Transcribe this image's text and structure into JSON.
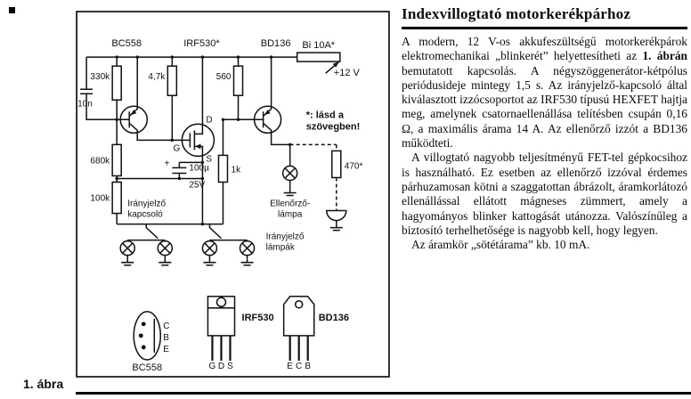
{
  "page": {
    "figure_caption": "1. ábra"
  },
  "article": {
    "title": "Indexvillogtató motorkerékpárhoz",
    "p1_before": "A modern, 12 V-os akkufeszültségű motorkerékpárok elektromechanikai „blinkerét” helyettesítheti az ",
    "p1_bold": "1. ábrán",
    "p1_after": " bemutatott kapcsolás. A négyszöggenerátor-kétpólus periódusideje mintegy 1,5 s. Az irányjelző-kapcsoló által kiválasztott izzócsoportot az IRF530 típusú HEXFET hajtja meg, amelynek csatornaellenállása telítésben csupán 0,16 Ω, a maximális árama 14 A. Az ellenőrző izzót a BD136 működteti.",
    "p2": "A villogtató nagyobb teljesítményű FET-tel gépkocsihoz is használható. Ez esetben az ellenőrző izzóval érdemes párhuzamosan kötni a szaggatottan ábrázolt, áramkorlátozó ellenállással ellátott mágneses zümmert, amely a hagyományos blinker kattogását utánozza. Valószínűleg a biztosító terhelhetősége is nagyobb kell, hogy legyen.",
    "p3": "Az áramkör „sötétárama” kb. 10 mA."
  },
  "schematic": {
    "transistor_bc558": "BC558",
    "transistor_irf530": "IRF530*",
    "transistor_bd136": "BD136",
    "fuse": "Bi 10A*",
    "supply": "+12 V",
    "r330k": "330k",
    "r47k": "4,7k",
    "r560": "560",
    "c10n": "10n",
    "r680k": "680k",
    "r100k": "100k",
    "cap_plus": "+",
    "cap_value": "100µ",
    "cap_voltage": "25V",
    "r1k": "1k",
    "mosfet_d": "D",
    "mosfet_g": "G",
    "mosfet_s": "S",
    "note_line1": "*: lásd a",
    "note_line2": "szövegben!",
    "r470": "470*",
    "switch_label1": "Irányjelző",
    "switch_label2": "kapcsoló",
    "control_lamp_label1": "Ellenőrző-",
    "control_lamp_label2": "lámpa",
    "lamps_label1": "Irányjelző",
    "lamps_label2": "lámpák",
    "pkg_bc558": {
      "pin1": "C",
      "pin2": "B",
      "pin3": "E",
      "name": "BC558"
    },
    "pkg_irf530": {
      "pin1": "G",
      "pin2": "D",
      "pin3": "S",
      "name": "IRF530"
    },
    "pkg_bd136": {
      "pin1": "E",
      "pin2": "C",
      "pin3": "B",
      "name": "BD136"
    }
  }
}
